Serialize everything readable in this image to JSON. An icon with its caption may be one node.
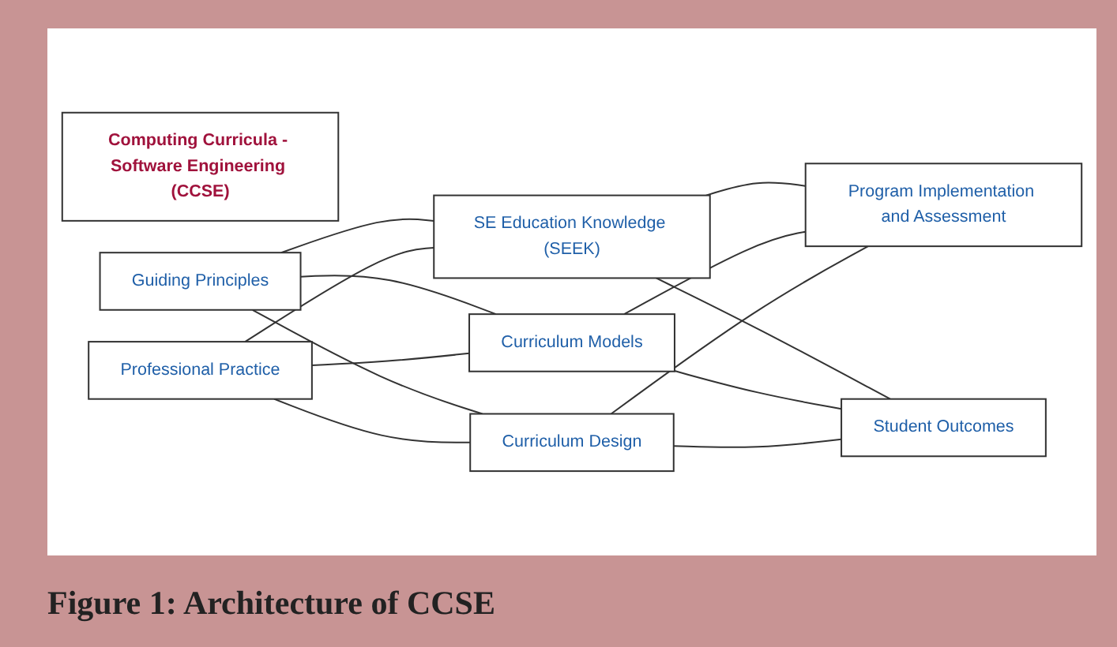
{
  "diagram": {
    "caption": "Figure 1: Architecture of CCSE",
    "nodes": [
      {
        "text": [
          "Computing Curricula - Software Engineering (CCSE)"
        ]
      },
      {
        "text": [
          "Guiding Principles"
        ]
      },
      {
        "text": [
          "SE Education Knowledge (SEEK)"
        ]
      },
      {
        "text": [
          "Program Implementation and Assessment"
        ]
      },
      {
        "text": [
          "Curriculum Models"
        ]
      },
      {
        "text": [
          "Professional Practice"
        ]
      },
      {
        "text": [
          "Curriculum Design"
        ]
      },
      {
        "text": [
          "Student Outcomes"
        ]
      }
    ],
    "edges": [
      {
        "from": 1,
        "to": 2,
        "arrow": "none"
      },
      {
        "from": 1,
        "to": 4,
        "arrow": "none"
      },
      {
        "from": 1,
        "to": 6,
        "arrow": "none"
      },
      {
        "from": 5,
        "to": 2,
        "arrow": "none"
      },
      {
        "from": 5,
        "to": 4,
        "arrow": "none"
      },
      {
        "from": 5,
        "to": 6,
        "arrow": "none"
      },
      {
        "from": 2,
        "to": 3,
        "arrow": "none"
      },
      {
        "from": 2,
        "to": 7,
        "arrow": "none"
      },
      {
        "from": 4,
        "to": 3,
        "arrow": "none"
      },
      {
        "from": 4,
        "to": 7,
        "arrow": "none"
      },
      {
        "from": 6,
        "to": 3,
        "arrow": "none"
      },
      {
        "from": 6,
        "to": 7,
        "arrow": "none"
      }
    ]
  }
}
